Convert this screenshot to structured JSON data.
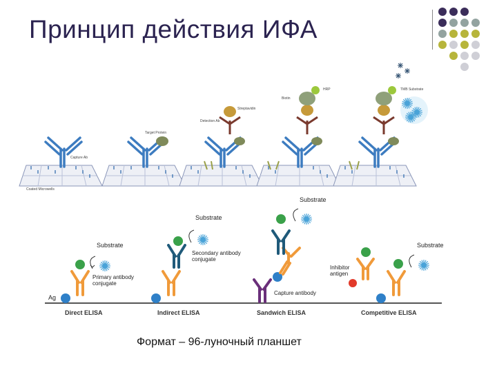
{
  "slide": {
    "title": "Принцип действия ИФА",
    "caption": "Формат – 96-луночный планшет"
  },
  "colors": {
    "title": "#2b2350",
    "purple_dot": "#3b2d5a",
    "gray_green_dot": "#93a3a0",
    "olive_dot": "#b7b53b",
    "light_dot": "#cfcfd6"
  },
  "top_panel": {
    "labels": {
      "capture_ab": "Capture Ab",
      "coated_microwells": "Coated Microwells",
      "target_protein": "Target Protein",
      "detection_ab": "Detection Ab",
      "streptavidin": "Streptavidin",
      "biotin": "Biotin",
      "hrp": "HRP",
      "tmb_substrate": "TMB Substrate"
    }
  },
  "bottom_panel": {
    "labels": {
      "substrate": "Substrate",
      "secondary_antibody_conjugate": "Secondary antibody conjugate",
      "primary_antibody_conjugate": "Primary antibody conjugate",
      "ag": "Ag",
      "capture_antibody": "Capture antibody",
      "inhibitor_antigen": "Inhibitor antigen"
    },
    "methods": [
      "Direct ELISA",
      "Indirect ELISA",
      "Sandwich ELISA",
      "Competitive ELISA"
    ]
  }
}
